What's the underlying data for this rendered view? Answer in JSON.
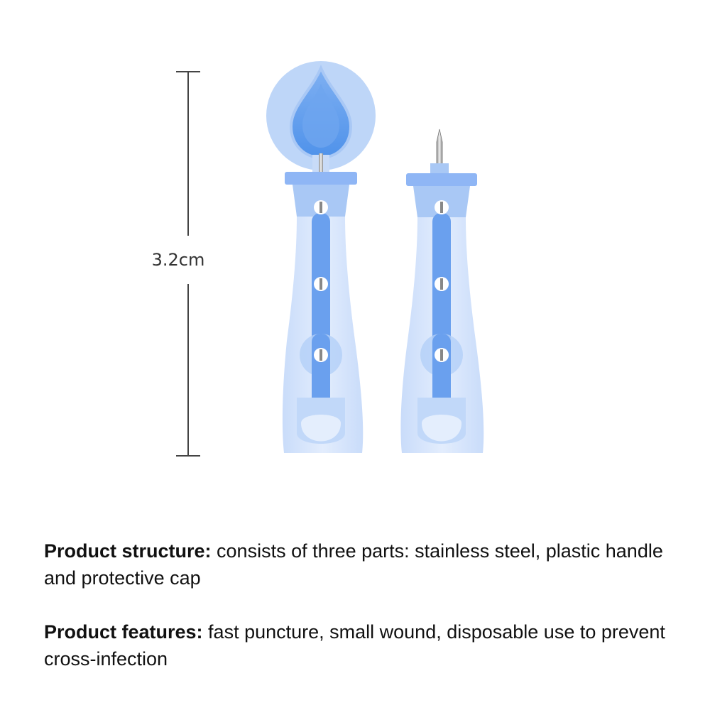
{
  "dimension": {
    "label": "3.2cm"
  },
  "description": {
    "structure": {
      "heading": "Product structure:",
      "text": " consists of three parts: stainless steel, plastic handle and protective cap"
    },
    "features": {
      "heading": "Product features:",
      "text": " fast puncture, small wound, disposable use to prevent cross-infection"
    }
  },
  "colors": {
    "body": "#d6e4fb",
    "accent": "#8fb6f5",
    "cap": "#b7d2f7",
    "stripe": "#6aa0ee",
    "dimension_line": "#444444"
  }
}
